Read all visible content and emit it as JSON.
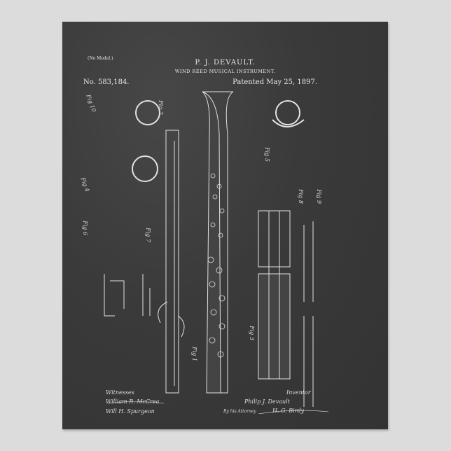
{
  "poster": {
    "no_model": "(No Model.)",
    "inventor": "P. J. DEVAULT.",
    "title": "WIND REED MUSICAL INSTRUMENT.",
    "patent_number": "No. 583,184.",
    "patent_date": "Patented May 25, 1897.",
    "figure_labels": [
      "Fig 10",
      "Fig 2",
      "Fig 4",
      "Fig 6",
      "Fig 7",
      "Fig 1",
      "Fig 3",
      "Fig 5",
      "Fig 8",
      "Fig 9"
    ],
    "witnesses_label": "Witnesses",
    "inventor_label": "Inventor",
    "attorney_label": "By his Attorney",
    "witness_signatures": [
      "William R. McCrea",
      "Will H. Spurgeon"
    ],
    "inventor_signature": "Philip J. Devault",
    "attorney_signature": "H. G. Birdy"
  },
  "colors": {
    "background": "#dcdcdc",
    "chalkboard": "#3b3b3b",
    "chalk": "#e8e8e8"
  }
}
